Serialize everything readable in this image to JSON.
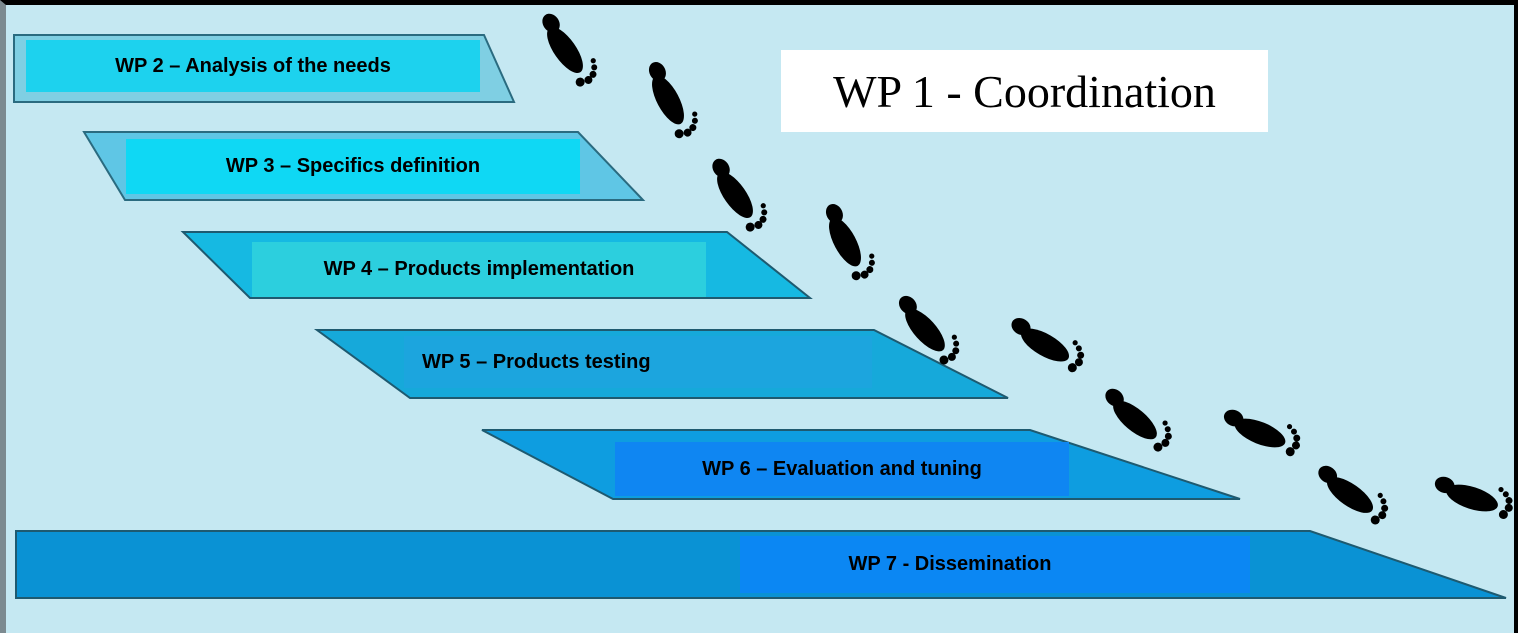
{
  "coordination": {
    "title": "WP 1 - Coordination"
  },
  "work_packages": [
    {
      "id": "wp2",
      "label": "WP 2 – Analysis of the needs"
    },
    {
      "id": "wp3",
      "label": "WP 3 – Specifics definition"
    },
    {
      "id": "wp4",
      "label": "WP 4 – Products implementation"
    },
    {
      "id": "wp5",
      "label": "WP 5 – Products testing"
    },
    {
      "id": "wp6",
      "label": "WP 6 – Evaluation and tuning"
    },
    {
      "id": "wp7",
      "label": "WP 7 - Dissemination"
    }
  ],
  "colors": {
    "background": "#c5e8f2",
    "wp2_band": "#7fcfe3",
    "wp2_label_bg": "#1dd2ee",
    "wp3_band": "#5fc6e5",
    "wp3_label_bg": "#0fd8f4",
    "wp4_band": "#16b9e2",
    "wp4_label_bg": "#2ccfde",
    "wp5_band": "#16a9da",
    "wp5_label_bg": "#1ca5de",
    "wp6_band": "#0e9de0",
    "wp6_label_bg": "#0f86f2",
    "wp7_band": "#0a92d4",
    "wp7_label_bg": "#0b87f3",
    "footprint": "#000000"
  },
  "icons": [
    "footprint-icon"
  ]
}
